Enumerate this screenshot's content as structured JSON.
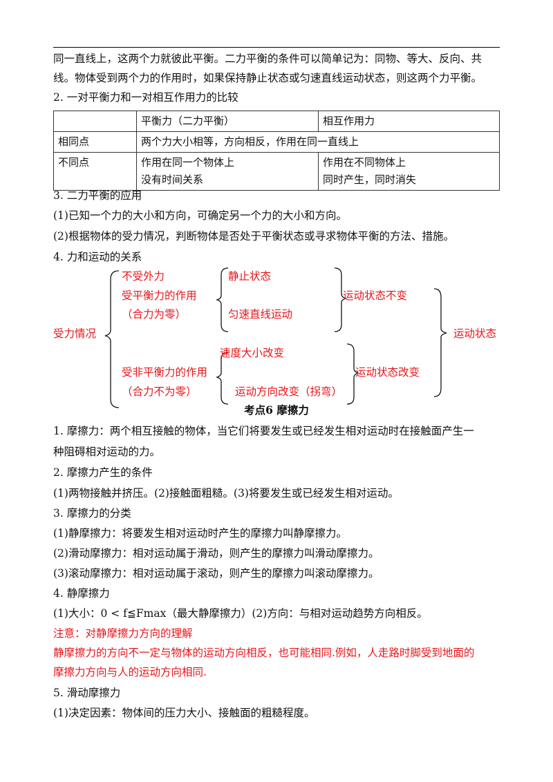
{
  "intro": {
    "line1": "同一直线上，这两个力就彼此平衡。二力平衡的条件可以简单记为：同物、等大、反向、共",
    "line2": "线。物体受到两个力的作用时，如果保持静止状态或匀速直线运动状态，则这两个力平衡。"
  },
  "section2_title": "2. 一对平衡力和一对相互作用力的比较",
  "table": {
    "header": [
      "",
      "平衡力（二力平衡）",
      "相互作用力"
    ],
    "same_label": "相同点",
    "same_text": "两个力大小相等，方向相反，作用在同一直线上",
    "diff_label": "不同点",
    "diff_balance": [
      "作用在同一个物体上",
      "没有时间关系"
    ],
    "diff_interaction": [
      "作用在不同物体上",
      "同时产生，同时消失"
    ]
  },
  "section3": {
    "title": "3. 二力平衡的应用",
    "item1": "(1)已知一个力的大小和方向，可确定另一个力的大小和方向。",
    "item2": "(2)根据物体的受力情况，判断物体是否处于平衡状态或寻求物体平衡的方法、措施。"
  },
  "section4_title": "4. 力和运动的关系",
  "diagram": {
    "force_state": "受力情况",
    "no_force": "不受外力",
    "balanced": "受平衡力的作用",
    "balanced_note": "（合力为零）",
    "rest": "静止状态",
    "uniform": "匀速直线运动",
    "unchanged": "运动状态不变",
    "unbalanced": "受非平衡力的作用",
    "unbalanced_note": "（合力不为零）",
    "speed_change": "速度大小改变",
    "direction_change": "运动方向改变（拐弯）",
    "changed": "运动状态改变",
    "motion_state": "运动状态"
  },
  "kaodian6_title": "考点6  摩擦力",
  "friction": {
    "def_line1": "1. 摩擦力：两个相互接触的物体，当它们将要发生或已经发生相对运动时在接触面产生一",
    "def_line2": "种阻碍相对运动的力。",
    "cond_title": "2. 摩擦力产生的条件",
    "cond_text": "(1)两物接触并挤压。(2)接触面粗糙。(3)将要发生或已经发生相对运动。",
    "class_title": "3. 摩擦力的分类",
    "class1": "(1)静摩擦力：将要发生相对运动时产生的摩擦力叫静摩擦力。",
    "class2": "(2)滑动摩擦力：相对运动属于滑动，则产生的摩擦力叫滑动摩擦力。",
    "class3": "(3)滚动摩擦力：相对运动属于滚动，则产生的摩擦力叫滚动摩擦力。",
    "static_title": "4. 静摩擦力",
    "static_text": "(1)大小：0 < f≦Fmax（最大静摩擦力）(2)方向：与相对运动趋势方向相反。",
    "note_title": "注意：对静摩擦力方向的理解",
    "note_line1": "静摩擦力的方向不一定与物体的运动方向相反，也可能相同.例如，人走路时脚受到地面的",
    "note_line2": "摩擦力方向与人的运动方向相同.",
    "sliding_title": "5. 滑动摩擦力",
    "sliding_text": "(1)决定因素：物体间的压力大小、接触面的粗糙程度。"
  }
}
